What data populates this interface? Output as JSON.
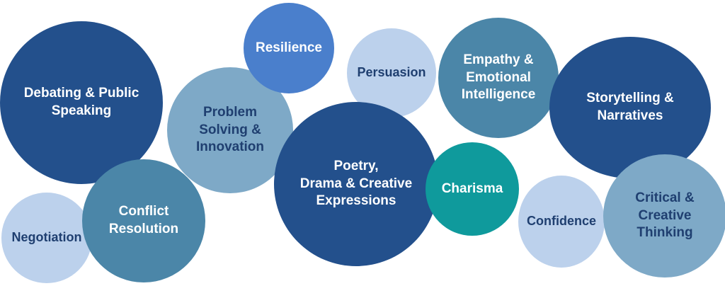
{
  "skills": {
    "debating": "Debating & Public\nSpeaking",
    "negotiation": "Negotiation",
    "conflict": "Conflict\nResolution",
    "problem": "Problem\nSolving &\nInnovation",
    "resilience": "Resilience",
    "persuasion": "Persuasion",
    "poetry": "Poetry,\nDrama & Creative\nExpressions",
    "charisma": "Charisma",
    "empathy": "Empathy &\nEmotional\nIntelligence",
    "storytelling": "Storytelling &\nNarratives",
    "confidence": "Confidence",
    "critical": "Critical &\nCreative\nThinking"
  },
  "colors": {
    "navy": "#23508c",
    "steel": "#4b86a8",
    "slate": "#7ea9c7",
    "pale": "#bcd1ec",
    "bright": "#4a7fcc",
    "teal": "#0f9a9c"
  }
}
